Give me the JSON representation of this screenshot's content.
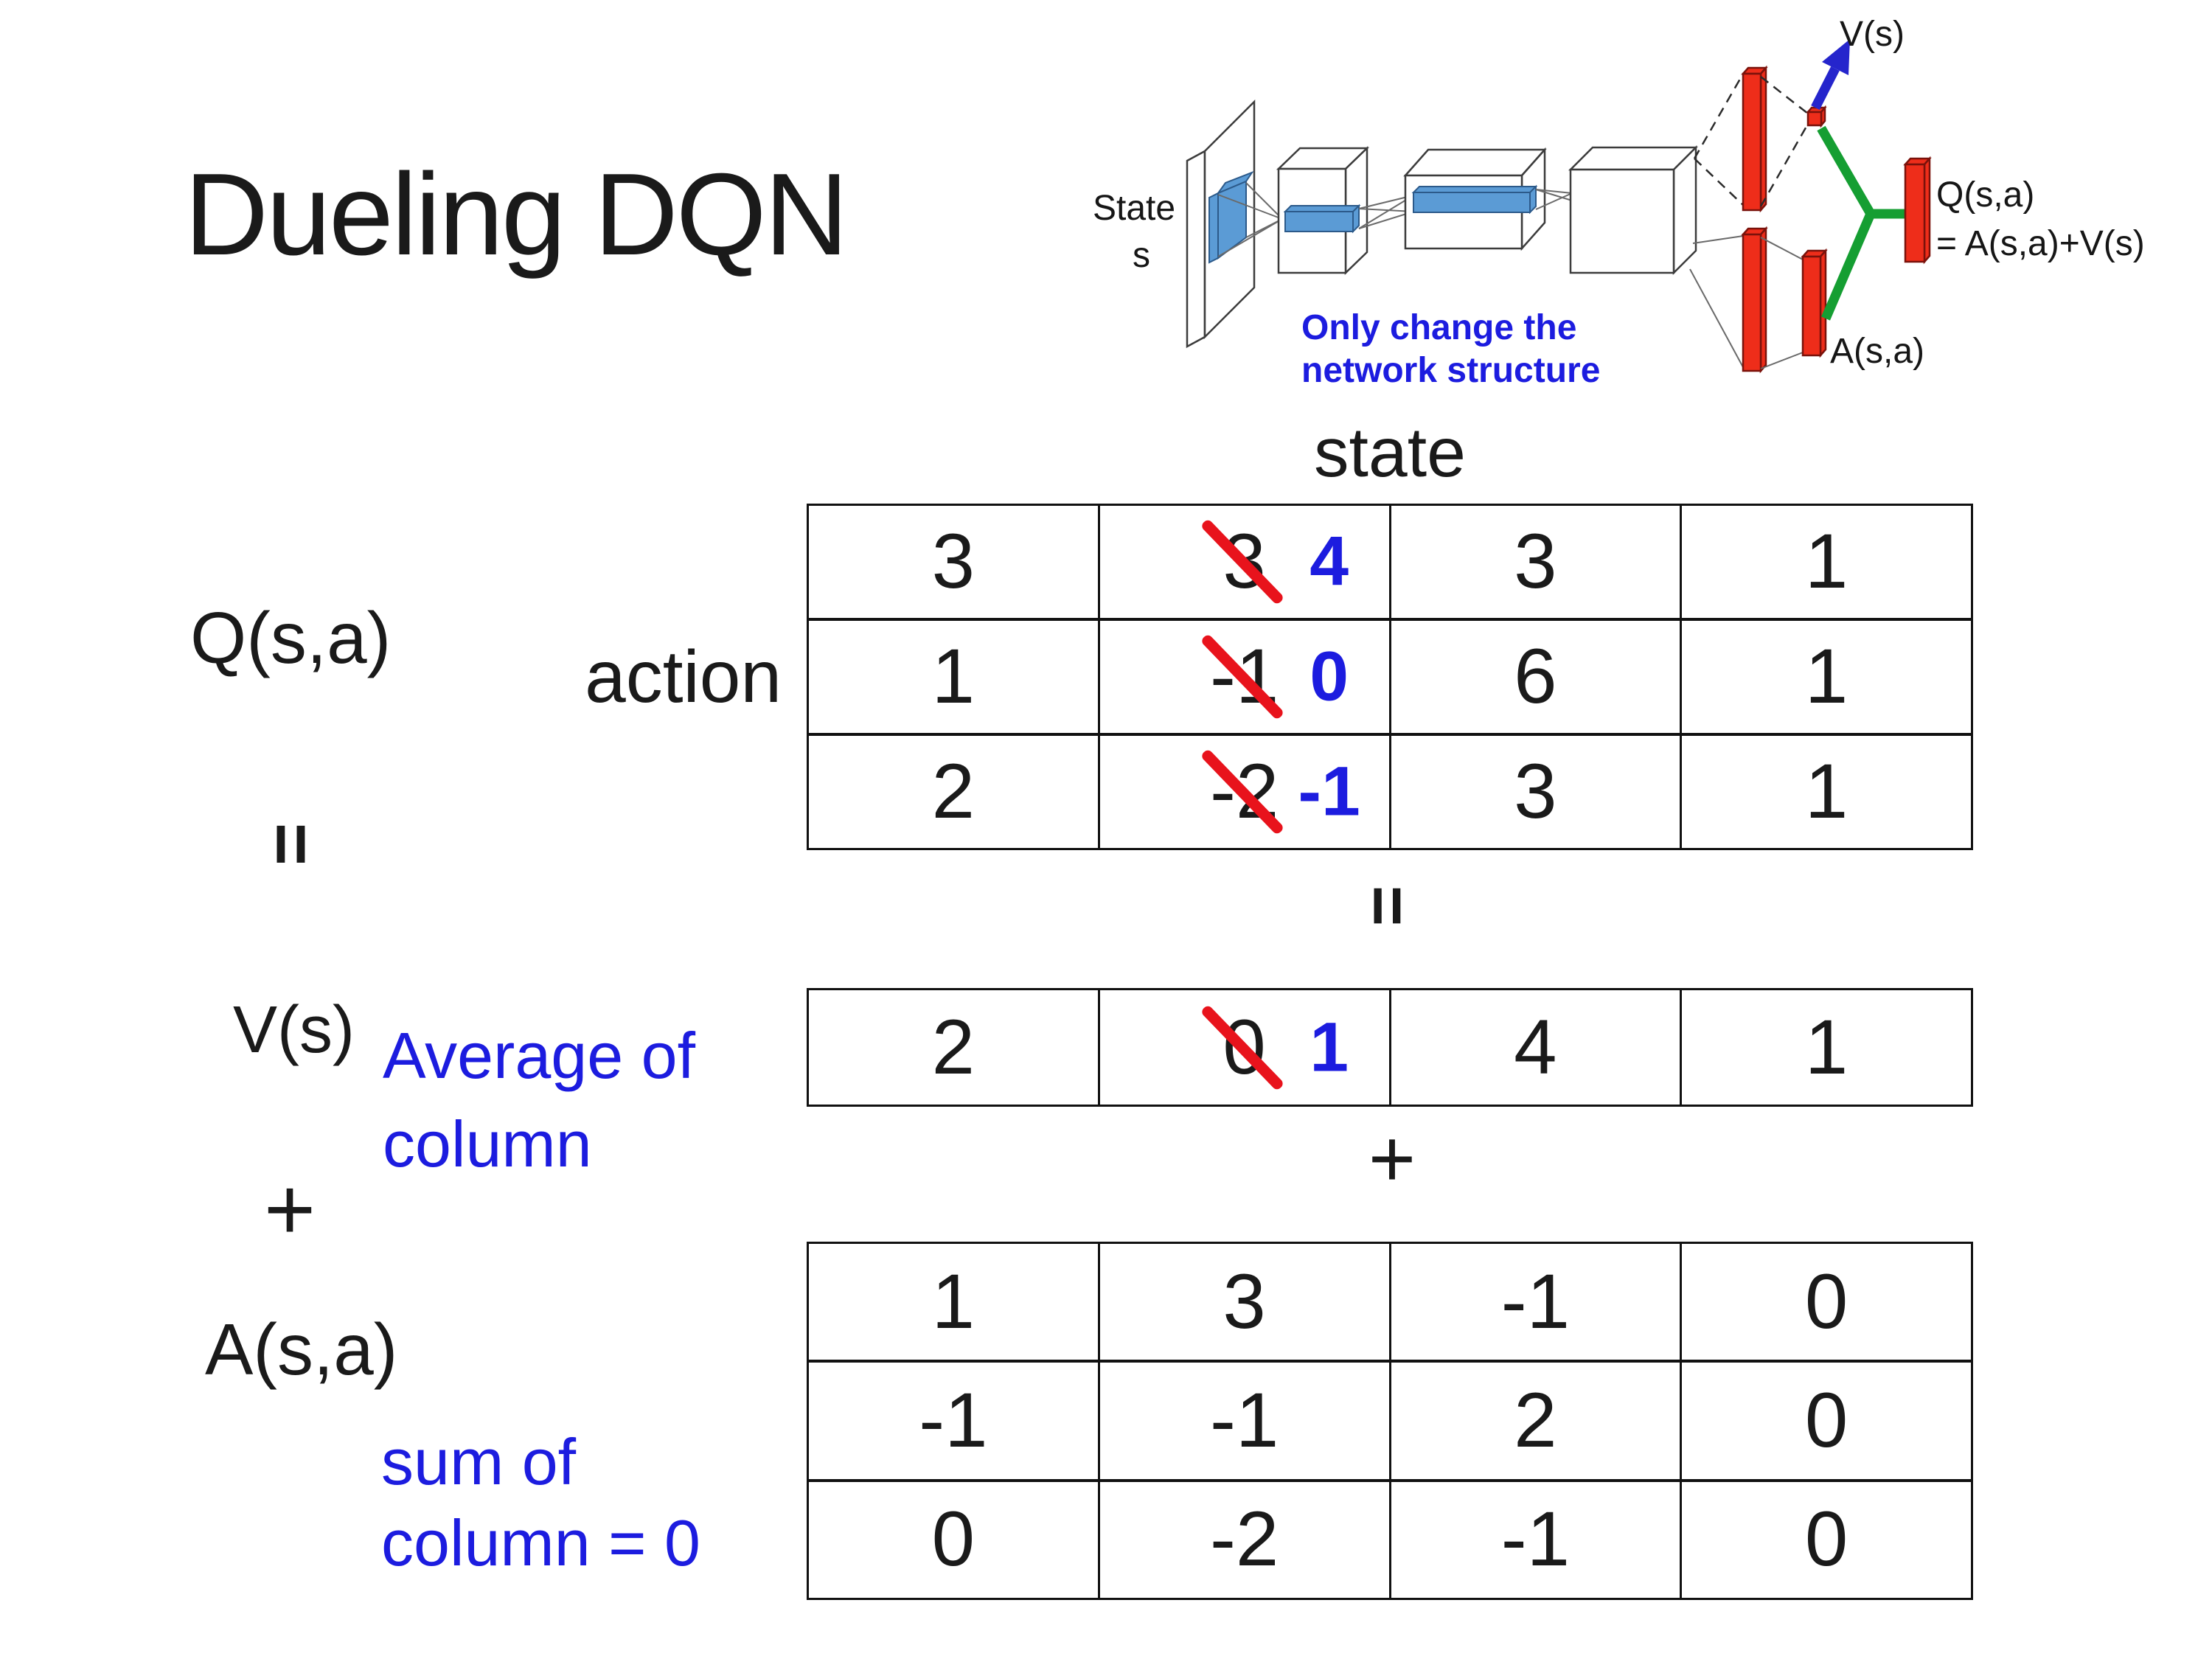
{
  "title": "Dueling DQN",
  "headers": {
    "state": "state",
    "action": "action"
  },
  "left_labels": {
    "q": "Q(s,a)",
    "v": "V(s)",
    "a": "A(s,a)"
  },
  "operators": {
    "equals_left": "=",
    "plus_left": "+",
    "equals_mid": "=",
    "plus_mid": "+"
  },
  "annotations": {
    "v_line1": "Average of",
    "v_line2": "column",
    "a_line1": "sum of",
    "a_line2": "column = 0"
  },
  "diagram": {
    "state_line1": "State",
    "state_line2": "s",
    "note_line1": "Only change the",
    "note_line2": "network structure",
    "v_label": "V(s)",
    "a_label": "A(s,a)",
    "q_label_line1": "Q(s,a)",
    "q_label_line2": "= A(s,a)+V(s)"
  },
  "chart_data": {
    "type": "table",
    "q_table": {
      "rows": [
        [
          "3",
          {
            "old": "3",
            "new": "4"
          },
          "3",
          "1"
        ],
        [
          "1",
          {
            "old": "-1",
            "new": "0"
          },
          "6",
          "1"
        ],
        [
          "2",
          {
            "old": "-2",
            "new": "-1"
          },
          "3",
          "1"
        ]
      ]
    },
    "v_table": {
      "rows": [
        [
          "2",
          {
            "old": "0",
            "new": "1"
          },
          "4",
          "1"
        ]
      ]
    },
    "a_table": {
      "rows": [
        [
          "1",
          "3",
          "-1",
          "0"
        ],
        [
          "-1",
          "-1",
          "2",
          "0"
        ],
        [
          "0",
          "-2",
          "-1",
          "0"
        ]
      ]
    }
  },
  "colors": {
    "blue_text": "#1c1cdf",
    "arrow_blue": "#2525cc",
    "red_strike": "#e8131c",
    "bar_red": "#ee2d1a",
    "bar_red_dark": "#7a120b",
    "green": "#159e32",
    "slab_blue": "#5b9bd5",
    "slab_blue_dark": "#2c5a8a",
    "ink": "#1a1a1a"
  }
}
